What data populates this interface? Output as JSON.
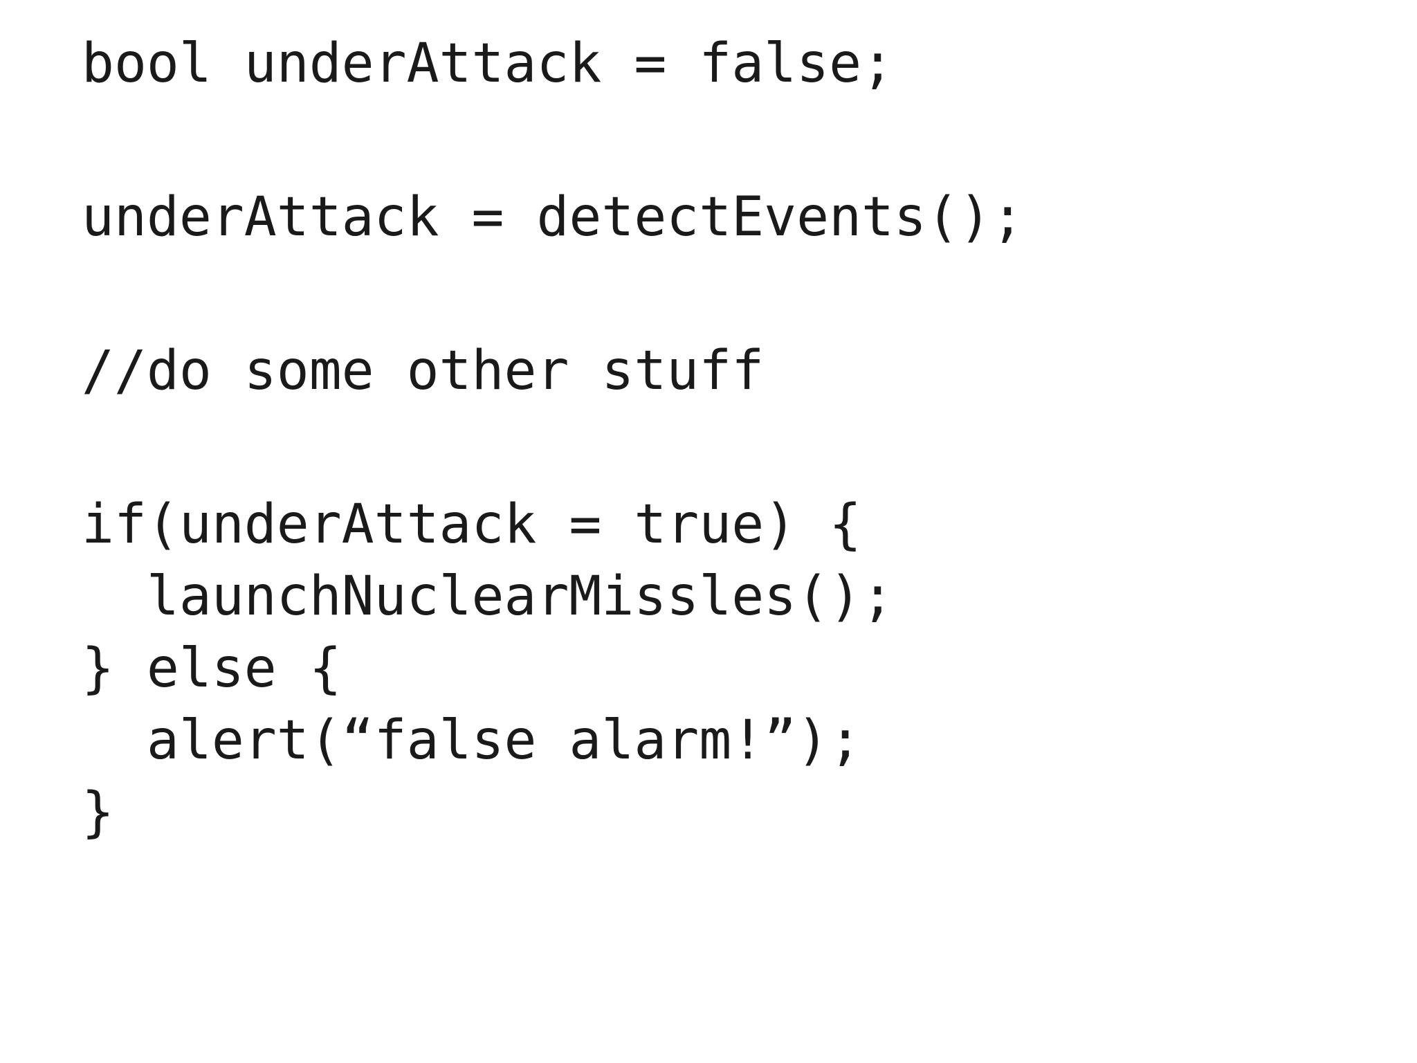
{
  "slide": {
    "background_color": "#ffffff",
    "text_color": "#1a1a1a",
    "language": "c-like-pseudocode",
    "code_lines": [
      {
        "text": "bool underAttack = false;",
        "indent": 0,
        "blank": false,
        "gap_after": true
      },
      {
        "text": "underAttack = detectEvents();",
        "indent": 0,
        "blank": false,
        "gap_after": true
      },
      {
        "text": "//do some other stuff",
        "indent": 0,
        "blank": false,
        "gap_after": true
      },
      {
        "text": "if(underAttack = true) {",
        "indent": 0,
        "blank": false,
        "gap_after": false
      },
      {
        "text": "  launchNuclearMissles();",
        "indent": 2,
        "blank": false,
        "gap_after": false
      },
      {
        "text": "} else {",
        "indent": 0,
        "blank": false,
        "gap_after": false
      },
      {
        "text": "  alert(“false alarm!”);",
        "indent": 2,
        "blank": false,
        "gap_after": false
      },
      {
        "text": "}",
        "indent": 0,
        "blank": false,
        "gap_after": false
      }
    ]
  }
}
